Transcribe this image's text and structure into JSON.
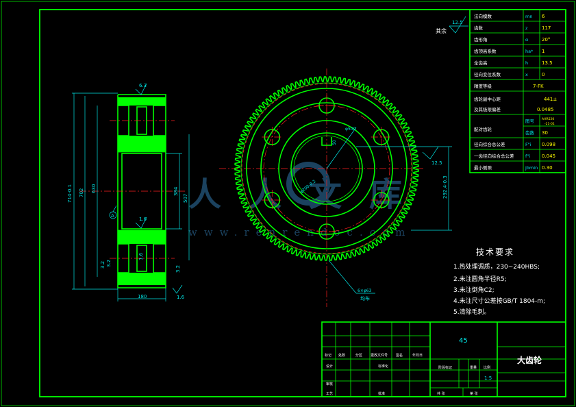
{
  "colors": {
    "background": "#000000",
    "outline": "#00ff00",
    "dimension": "#00e5e5",
    "centerline": "#ff2020",
    "note_text": "#ffffff",
    "value_text": "#ffff00"
  },
  "params_table": [
    {
      "name": "法向模数",
      "sym": "mn",
      "val": "6"
    },
    {
      "name": "齿数",
      "sym": "z",
      "val": "117"
    },
    {
      "name": "齿形角",
      "sym": "α",
      "val": "20°"
    },
    {
      "name": "齿顶高系数",
      "sym": "ha*",
      "val": "1"
    },
    {
      "name": "全齿高",
      "sym": "h",
      "val": "13.5"
    },
    {
      "name": "径向变位系数",
      "sym": "x",
      "val": "0"
    },
    {
      "name": "精度等级",
      "sym": "",
      "val": "7-FK"
    },
    {
      "name": "齿轮副中心距及其极限偏差",
      "sym": "",
      "val": "441±0.0485"
    },
    {
      "name": "配对齿轮",
      "sym": "图号",
      "val": "AHR520-21-01"
    },
    {
      "name": "",
      "sym": "齿数",
      "val": "30"
    },
    {
      "name": "径向综合总公差",
      "sym": "F\"i",
      "val": "0.098"
    },
    {
      "name": "一齿径向综合总公差",
      "sym": "f\"i",
      "val": "0.045"
    },
    {
      "name": "最小侧隙",
      "sym": "jbmin",
      "val": "0.30"
    }
  ],
  "roughness": {
    "rest_value": "12.5",
    "rest_label": "其余"
  },
  "tech": {
    "title": "技术要求",
    "items": [
      "1.热处理调质，230~240HBS;",
      "2.未注圆角半径R5;",
      "3.未注倒角C2;",
      "4.未注尺寸公差按GB/T 1804-m;",
      "5.清除毛刺。"
    ]
  },
  "side_dims": {
    "d1": "714-0.1",
    "d2": "702",
    "d3": "630",
    "d4": "384",
    "d5": "507",
    "width": "180",
    "r1": "6.3",
    "r2": "1.6",
    "r3": "3.2",
    "r4": "3.2",
    "r5": "1.6",
    "r6": "1.6",
    "r7": "3.2",
    "datum": "A"
  },
  "front_dims": {
    "pitch": "φ500",
    "bore": "φ200-0.2",
    "key": "50",
    "shaft": "292.4-0.3",
    "rough": "12.5",
    "holes": "6×φ63",
    "holes_note": "均布"
  },
  "title_block": {
    "material": "45",
    "part_name": "大齿轮",
    "scale": "1:5",
    "h_labels": [
      "标记",
      "处数",
      "分区",
      "更改文件号",
      "签名",
      "年月日"
    ],
    "r_labels": [
      "设计",
      "标准化",
      "审核",
      "工艺",
      "批准"
    ],
    "stage_labels": [
      "阶段标记",
      "重量",
      "比例"
    ],
    "sheet_labels": [
      "共 张",
      "第 张"
    ]
  },
  "watermark": {
    "text": "人人文库",
    "url": "www.renrendoc.com"
  }
}
